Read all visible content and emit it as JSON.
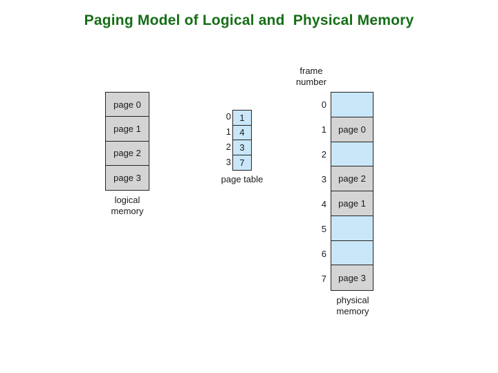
{
  "title": "Paging Model of Logical and  Physical Memory",
  "colors": {
    "title": "#156e16",
    "page_fill": "#d4d4d4",
    "free_frame_fill": "#c9e7f8",
    "border": "#222222",
    "background": "#ffffff"
  },
  "logical_memory": {
    "caption_line1": "logical",
    "caption_line2": "memory",
    "pages": [
      {
        "label": "page 0"
      },
      {
        "label": "page 1"
      },
      {
        "label": "page 2"
      },
      {
        "label": "page 3"
      }
    ]
  },
  "page_table": {
    "caption": "page table",
    "rows": [
      {
        "index": "0",
        "frame": "1"
      },
      {
        "index": "1",
        "frame": "4"
      },
      {
        "index": "2",
        "frame": "3"
      },
      {
        "index": "3",
        "frame": "7"
      }
    ]
  },
  "physical_memory": {
    "header_line1": "frame",
    "header_line2": "number",
    "caption_line1": "physical",
    "caption_line2": "memory",
    "frames": [
      {
        "number": "0",
        "label": "",
        "state": "free"
      },
      {
        "number": "1",
        "label": "page 0",
        "state": "used"
      },
      {
        "number": "2",
        "label": "",
        "state": "free"
      },
      {
        "number": "3",
        "label": "page 2",
        "state": "used"
      },
      {
        "number": "4",
        "label": "page 1",
        "state": "used"
      },
      {
        "number": "5",
        "label": "",
        "state": "free"
      },
      {
        "number": "6",
        "label": "",
        "state": "free"
      },
      {
        "number": "7",
        "label": "page 3",
        "state": "used"
      }
    ]
  }
}
